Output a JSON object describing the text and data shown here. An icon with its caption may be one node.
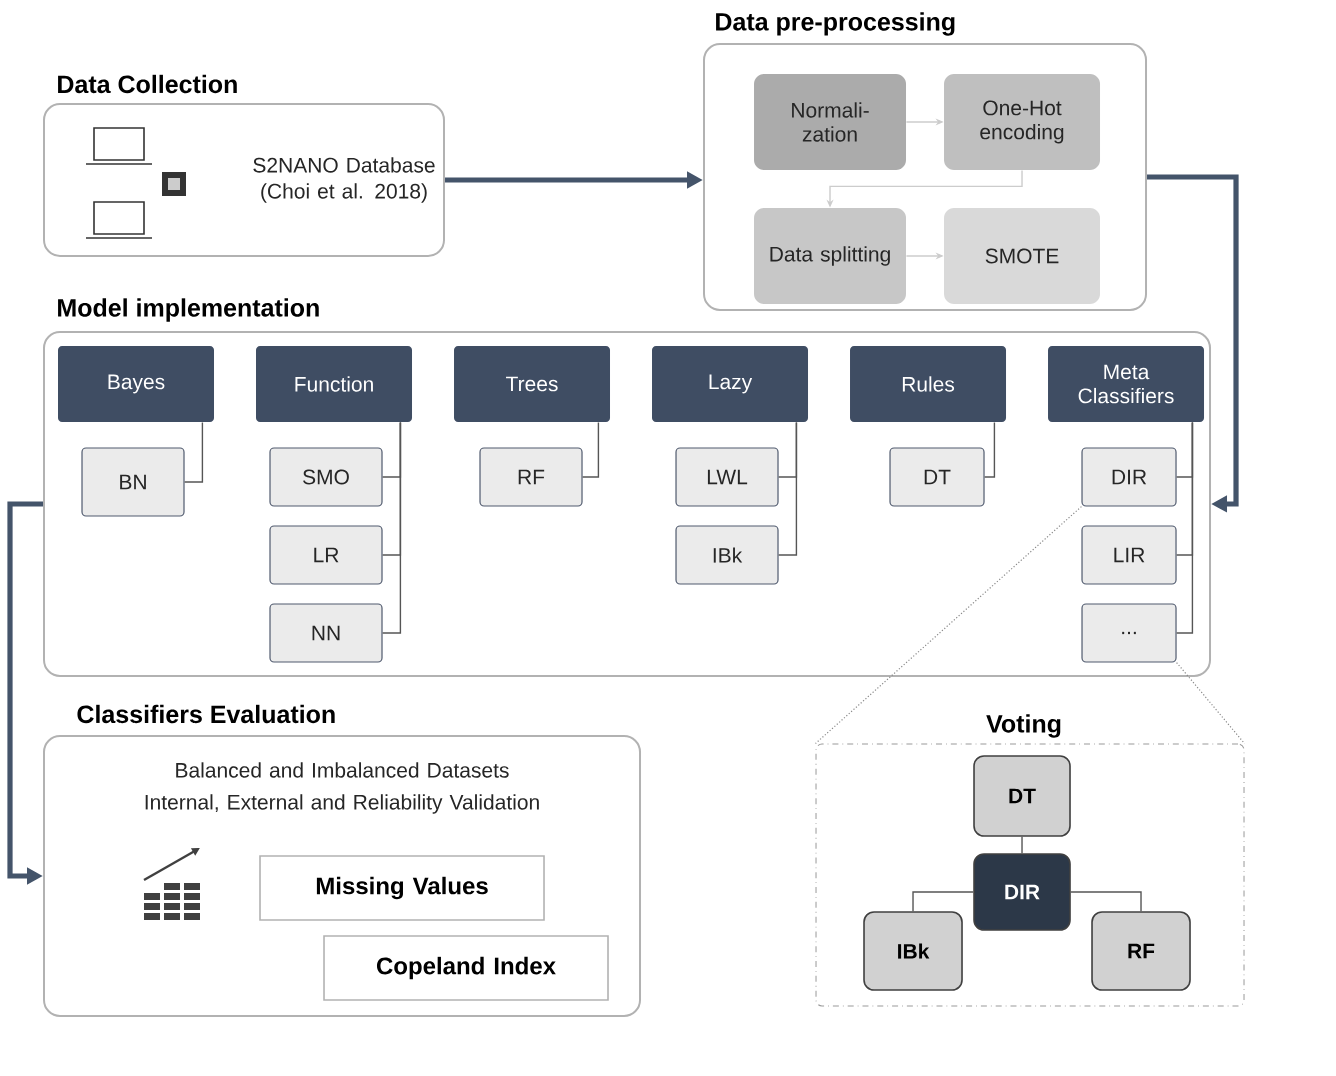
{
  "diagram": {
    "nodes": [
      {
        "text": [
          "Data Collection",
          "S2NANO Database (Choi et al. 2018)"
        ]
      },
      {
        "text": [
          "Data pre-processing"
        ]
      },
      {
        "text": [
          "Normali-zation"
        ],
        "in": 1
      },
      {
        "text": [
          "One-Hot encoding"
        ],
        "in": 1
      },
      {
        "text": [
          "Data splitting"
        ],
        "in": 1
      },
      {
        "text": [
          "SMOTE"
        ],
        "in": 1
      },
      {
        "text": [
          "Model implementation"
        ]
      },
      {
        "text": [
          "Bayes"
        ],
        "in": 6
      },
      {
        "text": [
          "BN"
        ],
        "in": 6
      },
      {
        "text": [
          "Function"
        ],
        "in": 6
      },
      {
        "text": [
          "SMO"
        ],
        "in": 6
      },
      {
        "text": [
          "LR"
        ],
        "in": 6
      },
      {
        "text": [
          "NN"
        ],
        "in": 6
      },
      {
        "text": [
          "Trees"
        ],
        "in": 6
      },
      {
        "text": [
          "RF"
        ],
        "in": 6
      },
      {
        "text": [
          "Lazy"
        ],
        "in": 6
      },
      {
        "text": [
          "LWL"
        ],
        "in": 6
      },
      {
        "text": [
          "IBk"
        ],
        "in": 6
      },
      {
        "text": [
          "Rules"
        ],
        "in": 6
      },
      {
        "text": [
          "DT"
        ],
        "in": 6
      },
      {
        "text": [
          "Meta Classifiers"
        ],
        "in": 6
      },
      {
        "text": [
          "DIR"
        ],
        "in": 6
      },
      {
        "text": [
          "LIR"
        ],
        "in": 6
      },
      {
        "text": [
          "..."
        ],
        "in": 6
      },
      {
        "text": [
          "Classifiers Evaluation",
          "Balanced and Imbalanced Datasets",
          "Internal, External and Reliability Validation"
        ]
      },
      {
        "text": [
          "Missing Values"
        ],
        "in": 24
      },
      {
        "text": [
          "Copeland Index"
        ],
        "in": 24
      },
      {
        "text": [
          "Voting"
        ]
      },
      {
        "text": [
          "DT"
        ],
        "in": 27
      },
      {
        "text": [
          "DIR"
        ],
        "in": 27
      },
      {
        "text": [
          "IBk"
        ],
        "in": 27
      },
      {
        "text": [
          "RF"
        ],
        "in": 27
      }
    ],
    "edges": [
      {
        "from": 0,
        "to": 1,
        "arrow": "to",
        "style": "thick",
        "color": "#44546a"
      },
      {
        "from": 2,
        "to": 3,
        "arrow": "to",
        "color": "#cccccc"
      },
      {
        "from": 3,
        "to": 4,
        "arrow": "to",
        "color": "#cccccc"
      },
      {
        "from": 4,
        "to": 5,
        "arrow": "to",
        "color": "#cccccc"
      },
      {
        "from": 1,
        "to": 6,
        "arrow": "to",
        "style": "thick",
        "color": "#44546a"
      },
      {
        "from": 6,
        "to": 24,
        "arrow": "to",
        "style": "thick",
        "color": "#44546a"
      },
      {
        "from": 7,
        "to": 8,
        "arrow": "none"
      },
      {
        "from": 9,
        "to": 10,
        "arrow": "none"
      },
      {
        "from": 9,
        "to": 11,
        "arrow": "none"
      },
      {
        "from": 9,
        "to": 12,
        "arrow": "none"
      },
      {
        "from": 13,
        "to": 14,
        "arrow": "none"
      },
      {
        "from": 15,
        "to": 16,
        "arrow": "none"
      },
      {
        "from": 15,
        "to": 17,
        "arrow": "none"
      },
      {
        "from": 18,
        "to": 19,
        "arrow": "none"
      },
      {
        "from": 20,
        "to": 21,
        "arrow": "none"
      },
      {
        "from": 20,
        "to": 22,
        "arrow": "none"
      },
      {
        "from": 20,
        "to": 23,
        "arrow": "none"
      },
      {
        "from": 21,
        "to": 27,
        "arrow": "none",
        "style": "dashed",
        "color": "#888888"
      },
      {
        "from": 23,
        "to": 27,
        "arrow": "none",
        "style": "dashed",
        "color": "#888888"
      },
      {
        "from": 29,
        "to": 28,
        "arrow": "none"
      },
      {
        "from": 29,
        "to": 30,
        "arrow": "none"
      },
      {
        "from": 29,
        "to": 31,
        "arrow": "none"
      }
    ]
  }
}
